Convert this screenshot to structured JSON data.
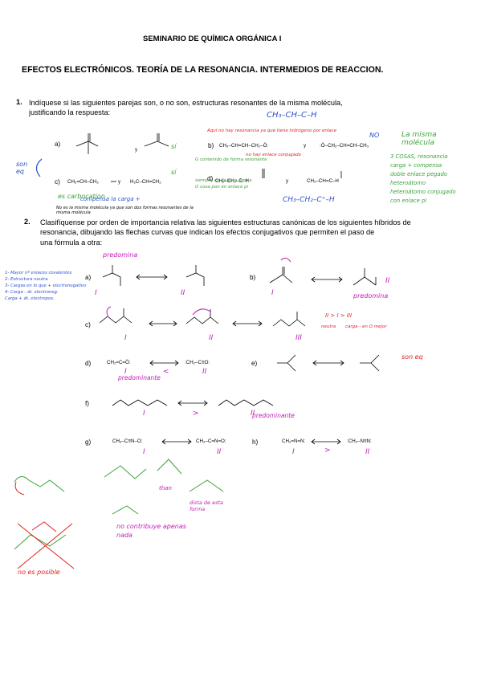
{
  "header": {
    "seminar_title": "SEMINARIO DE QUÍMICA ORGÁNICA I",
    "topic_title": "EFECTOS ELECTRÓNICOS. TEORÍA DE LA RESONANCIA. INTERMEDIOS DE REACCION."
  },
  "q1": {
    "number": "1.",
    "text_line1": "Indíquese si las siguientes parejas son, o no son, estructuras resonantes de la misma molécula,",
    "text_line2": "justificando la respuesta:",
    "labels": [
      "a)",
      "b)",
      "c)",
      "d)"
    ],
    "y": "y",
    "formula_b_left": "CH₃–CH=CH–CH₂–Ö:",
    "formula_b_right": ":Ö–CH₂–CH=CH–CH₃",
    "formula_c_left": "CH₂=CH–CH₃",
    "formula_c_right": "H₂C–CH=CH₂",
    "formula_d_left": "CH₂–CH₂–C–H",
    "formula_d_right": "CH₃–CH=C–H"
  },
  "q2": {
    "number": "2.",
    "text_line1": "Clasifíquense por orden de importancia relativa las siguientes estructuras canónicas de los siguientes híbridos de",
    "text_line2": "resonancia, dibujando las flechas curvas que indican los efectos conjugativos que permiten el paso de",
    "text_line3": "una fórmula a otra:",
    "labels": [
      "a)",
      "b)",
      "c)",
      "d)",
      "e)",
      "f)",
      "g)",
      "h)"
    ],
    "formula_d_left": "CH₂=C=Ö:",
    "formula_d_right": ":CH₂–C≡O:",
    "formula_g_left": "CH₃–C≡N–O:",
    "formula_g_right": "CH₃–C=N=O:",
    "formula_h_left": "CH₂=N=N:",
    "formula_h_right": ":CH₂–N≡N:"
  },
  "annotations": {
    "q1_top": "CH₃–CH–C–H",
    "q1_no": "NO",
    "q1_hydrogen_note": "Aquí no hay resonancia ya que tiene hidrógeno por enlace",
    "q1_no_bond": "no hay enlace conjugado",
    "q1_si_a": "sí",
    "q1_si_c": "sí",
    "q1_son_eq": "son eq",
    "q1_misma_molecula": "La misma molécula",
    "q1_reasons": [
      "3 COSAS, resonancia",
      "carga + compensa",
      "doble enlace pegado",
      "heteroátomo",
      "heteroátomo conjugado",
      "con enlace pi"
    ],
    "q1_c_compensa": "compensa la carga +",
    "q1_c_carbocation": "es carbocation",
    "q1_c_note": "No es la misma molécula ya que son dos formas resonantes de la misma molécula",
    "q1_d_note": [
      "G contenido de forma resonante",
      "siempre es de esta forma",
      "O cosa pon en enlace pi"
    ],
    "q1_d_bottom": "CH₃–CH₂–C⁺–H",
    "q2_predomina_a": "predomina",
    "q2_predomina_b": "predomina",
    "q2_rules": [
      "1- Mayor nº enlaces covalentes",
      "2- Estructura neutra",
      "3- Cargas en lo que + electronegativo",
      "4- Carga - át. electroneg.",
      "Carga + át. electropos."
    ],
    "q2_c_order": "II > I > III",
    "q2_c_neutra": "neutra",
    "q2_c_carga": "carga - en O mejor",
    "q2_d_predominante": "predominante",
    "q2_e_son_eq": "son eq",
    "q2_f_predominante": "predominante",
    "q2_bottom_note1": "no contribuye apenas nada",
    "q2_bottom_note2": "no es posible",
    "q2_bottom_note3": "than",
    "q2_bottom_note4": "dista de esta forma",
    "roman": {
      "I": "I",
      "II": "II",
      "III": "III"
    },
    "less_than": "<",
    "greater_than": ">"
  }
}
